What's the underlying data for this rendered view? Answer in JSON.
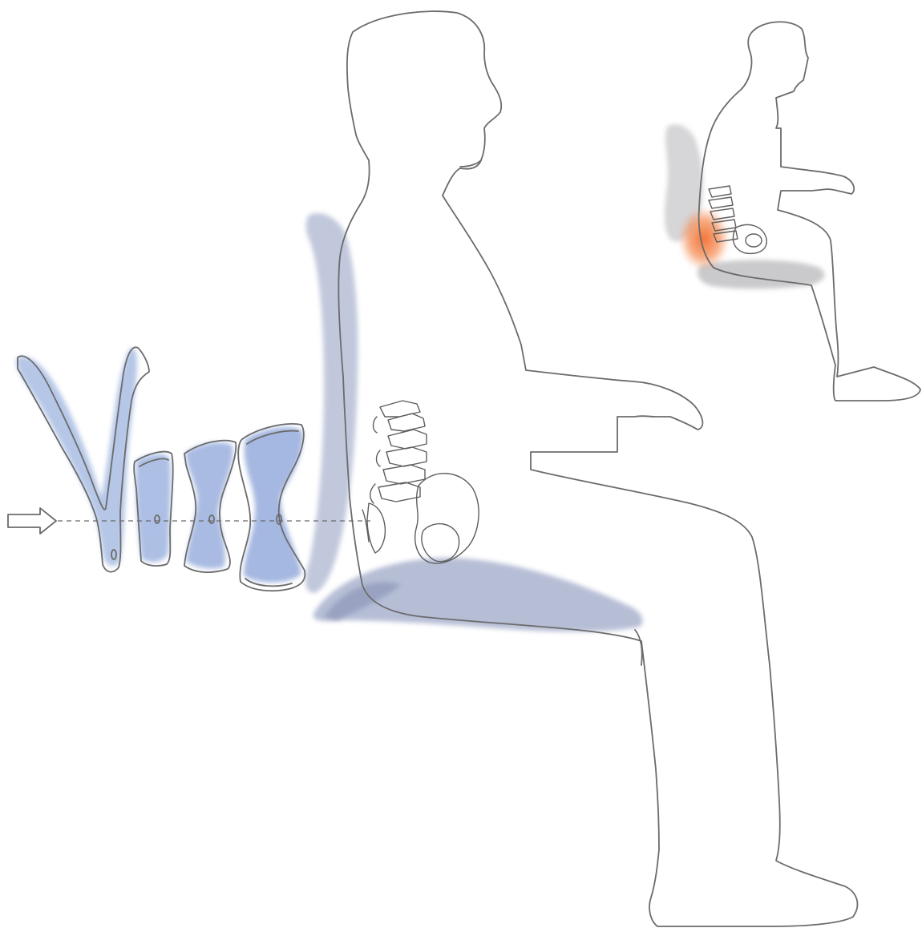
{
  "diagram": {
    "kind": "ergonomic-chair-comparison",
    "colors": {
      "background": "#ffffff",
      "outline": "#6b6b6b",
      "support_blue": "#9fb3d8",
      "support_blue_dark": "#7f98c9",
      "chair_grey": "#c8c8cc",
      "pain_orange": "#f07a3a"
    },
    "main_figure": {
      "posture": "supported",
      "lumbar_support": true
    },
    "inset_figure": {
      "posture": "slumped",
      "pain_highlight": "lower-back"
    },
    "backrest_sections": 4,
    "arrow_direction": "right"
  }
}
